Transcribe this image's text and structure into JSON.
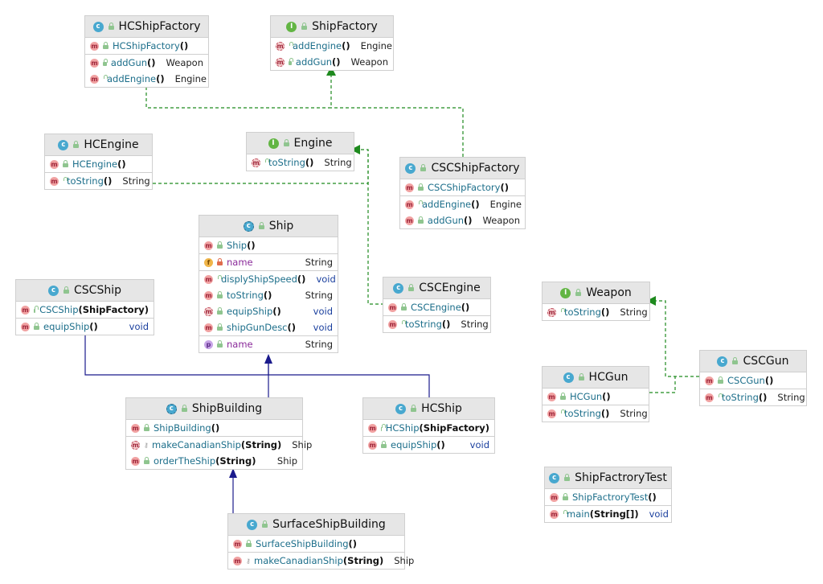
{
  "classes": {
    "hcshipfactory": {
      "name": "HCShipFactory",
      "members": [
        {
          "name": "HCShipFactory",
          "params": "()",
          "type": ""
        },
        {
          "name": "addGun",
          "params": "()",
          "type": "Weapon"
        },
        {
          "name": "addEngine",
          "params": "()",
          "type": "Engine"
        }
      ]
    },
    "shipfactory": {
      "name": "ShipFactory",
      "members": [
        {
          "name": "addEngine",
          "params": "()",
          "type": "Engine"
        },
        {
          "name": "addGun",
          "params": "()",
          "type": "Weapon"
        }
      ]
    },
    "hcengine": {
      "name": "HCEngine",
      "members": [
        {
          "name": "HCEngine",
          "params": "()",
          "type": ""
        },
        {
          "name": "toString",
          "params": "()",
          "type": "String"
        }
      ]
    },
    "engine": {
      "name": "Engine",
      "members": [
        {
          "name": "toString",
          "params": "()",
          "type": "String"
        }
      ]
    },
    "cscshipfactory": {
      "name": "CSCShipFactory",
      "members": [
        {
          "name": "CSCShipFactory",
          "params": "()",
          "type": ""
        },
        {
          "name": "addEngine",
          "params": "()",
          "type": "Engine"
        },
        {
          "name": "addGun",
          "params": "()",
          "type": "Weapon"
        }
      ]
    },
    "ship": {
      "name": "Ship",
      "members": [
        {
          "name": "Ship",
          "params": "()",
          "type": ""
        },
        {
          "name": "name",
          "params": "",
          "type": "String"
        },
        {
          "name": "displyShipSpeed",
          "params": "()",
          "type": "void"
        },
        {
          "name": "toString",
          "params": "()",
          "type": "String"
        },
        {
          "name": "equipShip",
          "params": "()",
          "type": "void"
        },
        {
          "name": "shipGunDesc",
          "params": "()",
          "type": "void"
        },
        {
          "name": "name",
          "params": "",
          "type": "String"
        }
      ]
    },
    "cscship": {
      "name": "CSCShip",
      "members": [
        {
          "name": "CSCShip",
          "params": "(ShipFactory)",
          "type": ""
        },
        {
          "name": "equipShip",
          "params": "()",
          "type": "void"
        }
      ]
    },
    "cscengine": {
      "name": "CSCEngine",
      "members": [
        {
          "name": "CSCEngine",
          "params": "()",
          "type": ""
        },
        {
          "name": "toString",
          "params": "()",
          "type": "String"
        }
      ]
    },
    "weapon": {
      "name": "Weapon",
      "members": [
        {
          "name": "toString",
          "params": "()",
          "type": "String"
        }
      ]
    },
    "cscgun": {
      "name": "CSCGun",
      "members": [
        {
          "name": "CSCGun",
          "params": "()",
          "type": ""
        },
        {
          "name": "toString",
          "params": "()",
          "type": "String"
        }
      ]
    },
    "hcgun": {
      "name": "HCGun",
      "members": [
        {
          "name": "HCGun",
          "params": "()",
          "type": ""
        },
        {
          "name": "toString",
          "params": "()",
          "type": "String"
        }
      ]
    },
    "shipbuilding": {
      "name": "ShipBuilding",
      "members": [
        {
          "name": "ShipBuilding",
          "params": "()",
          "type": ""
        },
        {
          "name": "makeCanadianShip",
          "params": "(String)",
          "type": "Ship"
        },
        {
          "name": "orderTheShip",
          "params": "(String)",
          "type": "Ship"
        }
      ]
    },
    "hcship": {
      "name": "HCShip",
      "members": [
        {
          "name": "HCShip",
          "params": "(ShipFactory)",
          "type": ""
        },
        {
          "name": "equipShip",
          "params": "()",
          "type": "void"
        }
      ]
    },
    "shipfactrorytest": {
      "name": "ShipFactroryTest",
      "members": [
        {
          "name": "ShipFactroryTest",
          "params": "()",
          "type": ""
        },
        {
          "name": "main",
          "params": "(String[])",
          "type": "void"
        }
      ]
    },
    "surfaceshipbuilding": {
      "name": "SurfaceShipBuilding",
      "members": [
        {
          "name": "SurfaceShipBuilding",
          "params": "()",
          "type": ""
        },
        {
          "name": "makeCanadianShip",
          "params": "(String)",
          "type": "Ship"
        }
      ]
    }
  },
  "colors": {
    "implements": "#1e8a1e",
    "extends": "#1a1a8c"
  }
}
